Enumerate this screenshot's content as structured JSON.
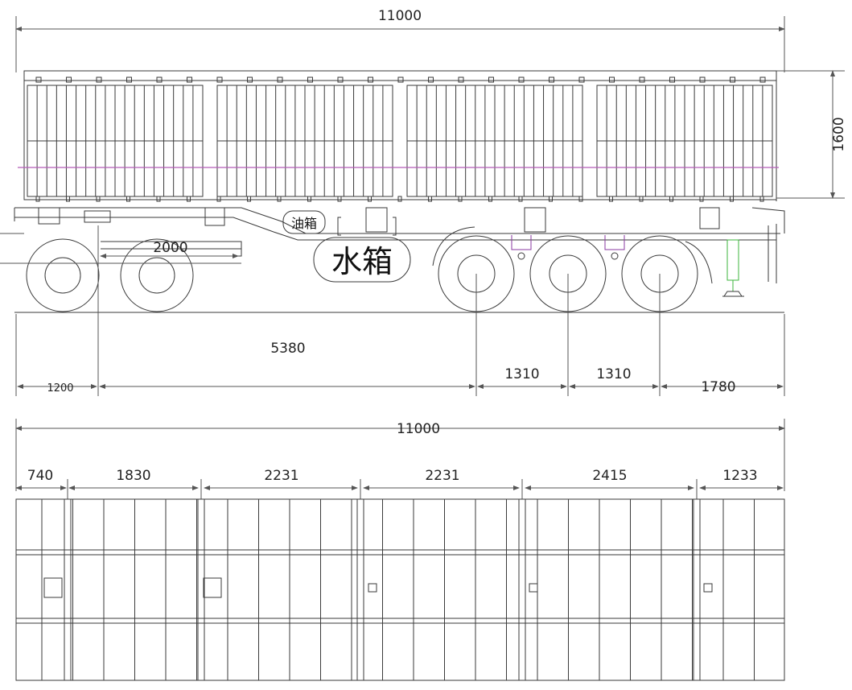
{
  "colors": {
    "line": "#3a3a3a",
    "dim": "#555555",
    "accent_rail": "#b45cb8",
    "accent_leg": "#3cb43c",
    "accent_bracket": "#8a3aa0"
  },
  "side_view": {
    "overall_length_label": "11000",
    "cargo_height_label": "1600",
    "fuel_tank_label": "油箱",
    "water_tank_label": "水箱",
    "king_pin_offset_label": "2000",
    "front_overhang_label": "1200",
    "king_pin_to_axle_label": "5380",
    "axle_spacing_1_label": "1310",
    "axle_spacing_2_label": "1310",
    "rear_overhang_label": "1780"
  },
  "top_view": {
    "overall_length_label": "11000",
    "segments": [
      "740",
      "1830",
      "2231",
      "2231",
      "2415",
      "1233"
    ]
  }
}
